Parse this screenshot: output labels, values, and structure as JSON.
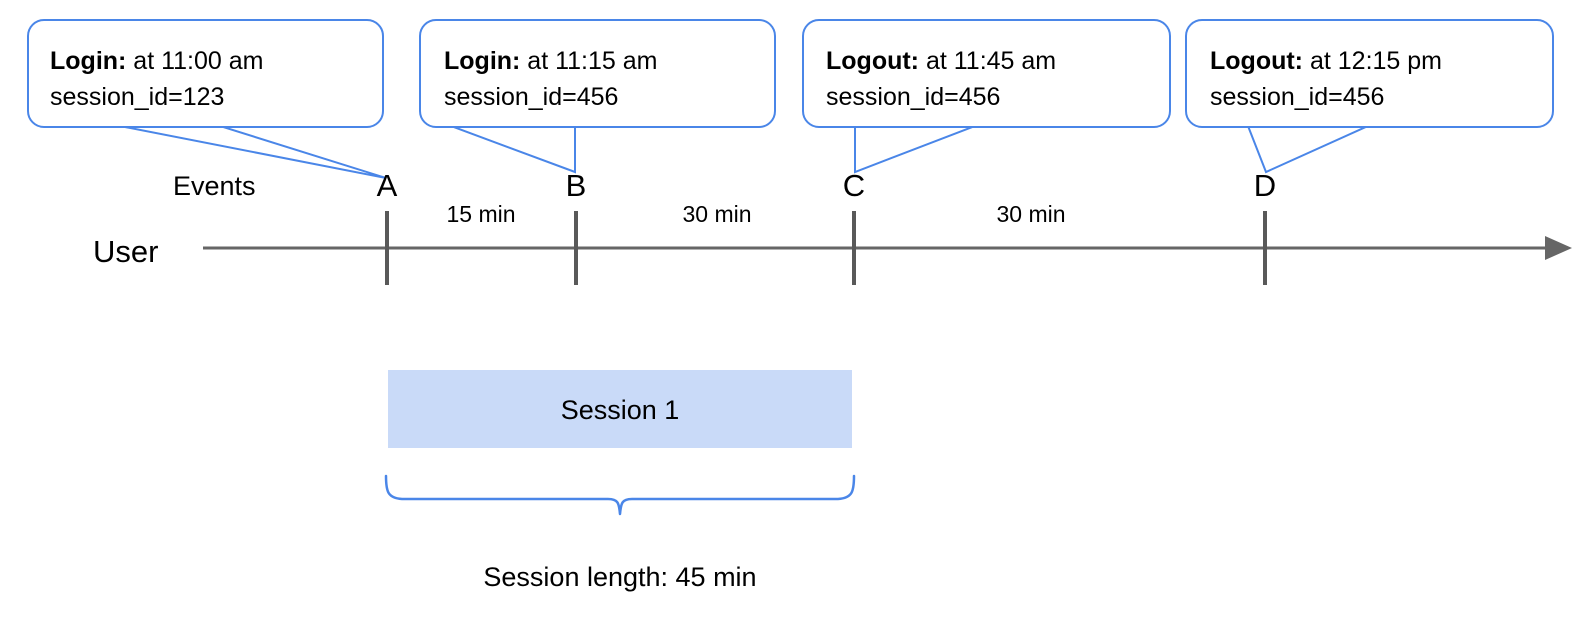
{
  "chart_data": {
    "type": "timeline",
    "title": "",
    "axis_label": "User",
    "events_row_label": "Events",
    "markers": [
      "A",
      "B",
      "C",
      "D"
    ],
    "gaps": [
      "15 min",
      "30 min",
      "30 min"
    ],
    "events": [
      {
        "marker": "A",
        "type": "Login:",
        "detail": "at 11:00 am",
        "session_line": "session_id=123"
      },
      {
        "marker": "B",
        "type": "Login:",
        "detail": "at 11:15 am",
        "session_line": "session_id=456"
      },
      {
        "marker": "C",
        "type": "Logout:",
        "detail": "at 11:45 am",
        "session_line": "session_id=456"
      },
      {
        "marker": "D",
        "type": "Logout:",
        "detail": "at 12:15 pm",
        "session_line": "session_id=456"
      }
    ],
    "session": {
      "label": "Session 1",
      "span_from": "A",
      "span_to": "C"
    },
    "caption": "Session length: 45 min",
    "colors": {
      "callout_border": "#4a86e8",
      "session_fill": "#c9daf8",
      "axis": "#666666",
      "tick": "#595959",
      "brace": "#4a86e8",
      "text": "#000000"
    }
  },
  "callouts": [
    {
      "line1_lead": "Login:",
      "line1_rest": " at 11:00 am",
      "line2": "session_id=123"
    },
    {
      "line1_lead": "Login:",
      "line1_rest": " at 11:15 am",
      "line2": "session_id=456"
    },
    {
      "line1_lead": "Logout:",
      "line1_rest": " at 11:45 am",
      "line2": "session_id=456"
    },
    {
      "line1_lead": "Logout:",
      "line1_rest": " at 12:15 pm",
      "line2": "session_id=456"
    }
  ],
  "axis": {
    "row_label": "User",
    "events_label": "Events"
  },
  "markers": {
    "a": "A",
    "b": "B",
    "c": "C",
    "d": "D"
  },
  "gaps": {
    "ab": "15 min",
    "bc": "30 min",
    "cd": "30 min"
  },
  "session": {
    "label": "Session 1"
  },
  "caption": {
    "text": "Session length: 45 min"
  }
}
